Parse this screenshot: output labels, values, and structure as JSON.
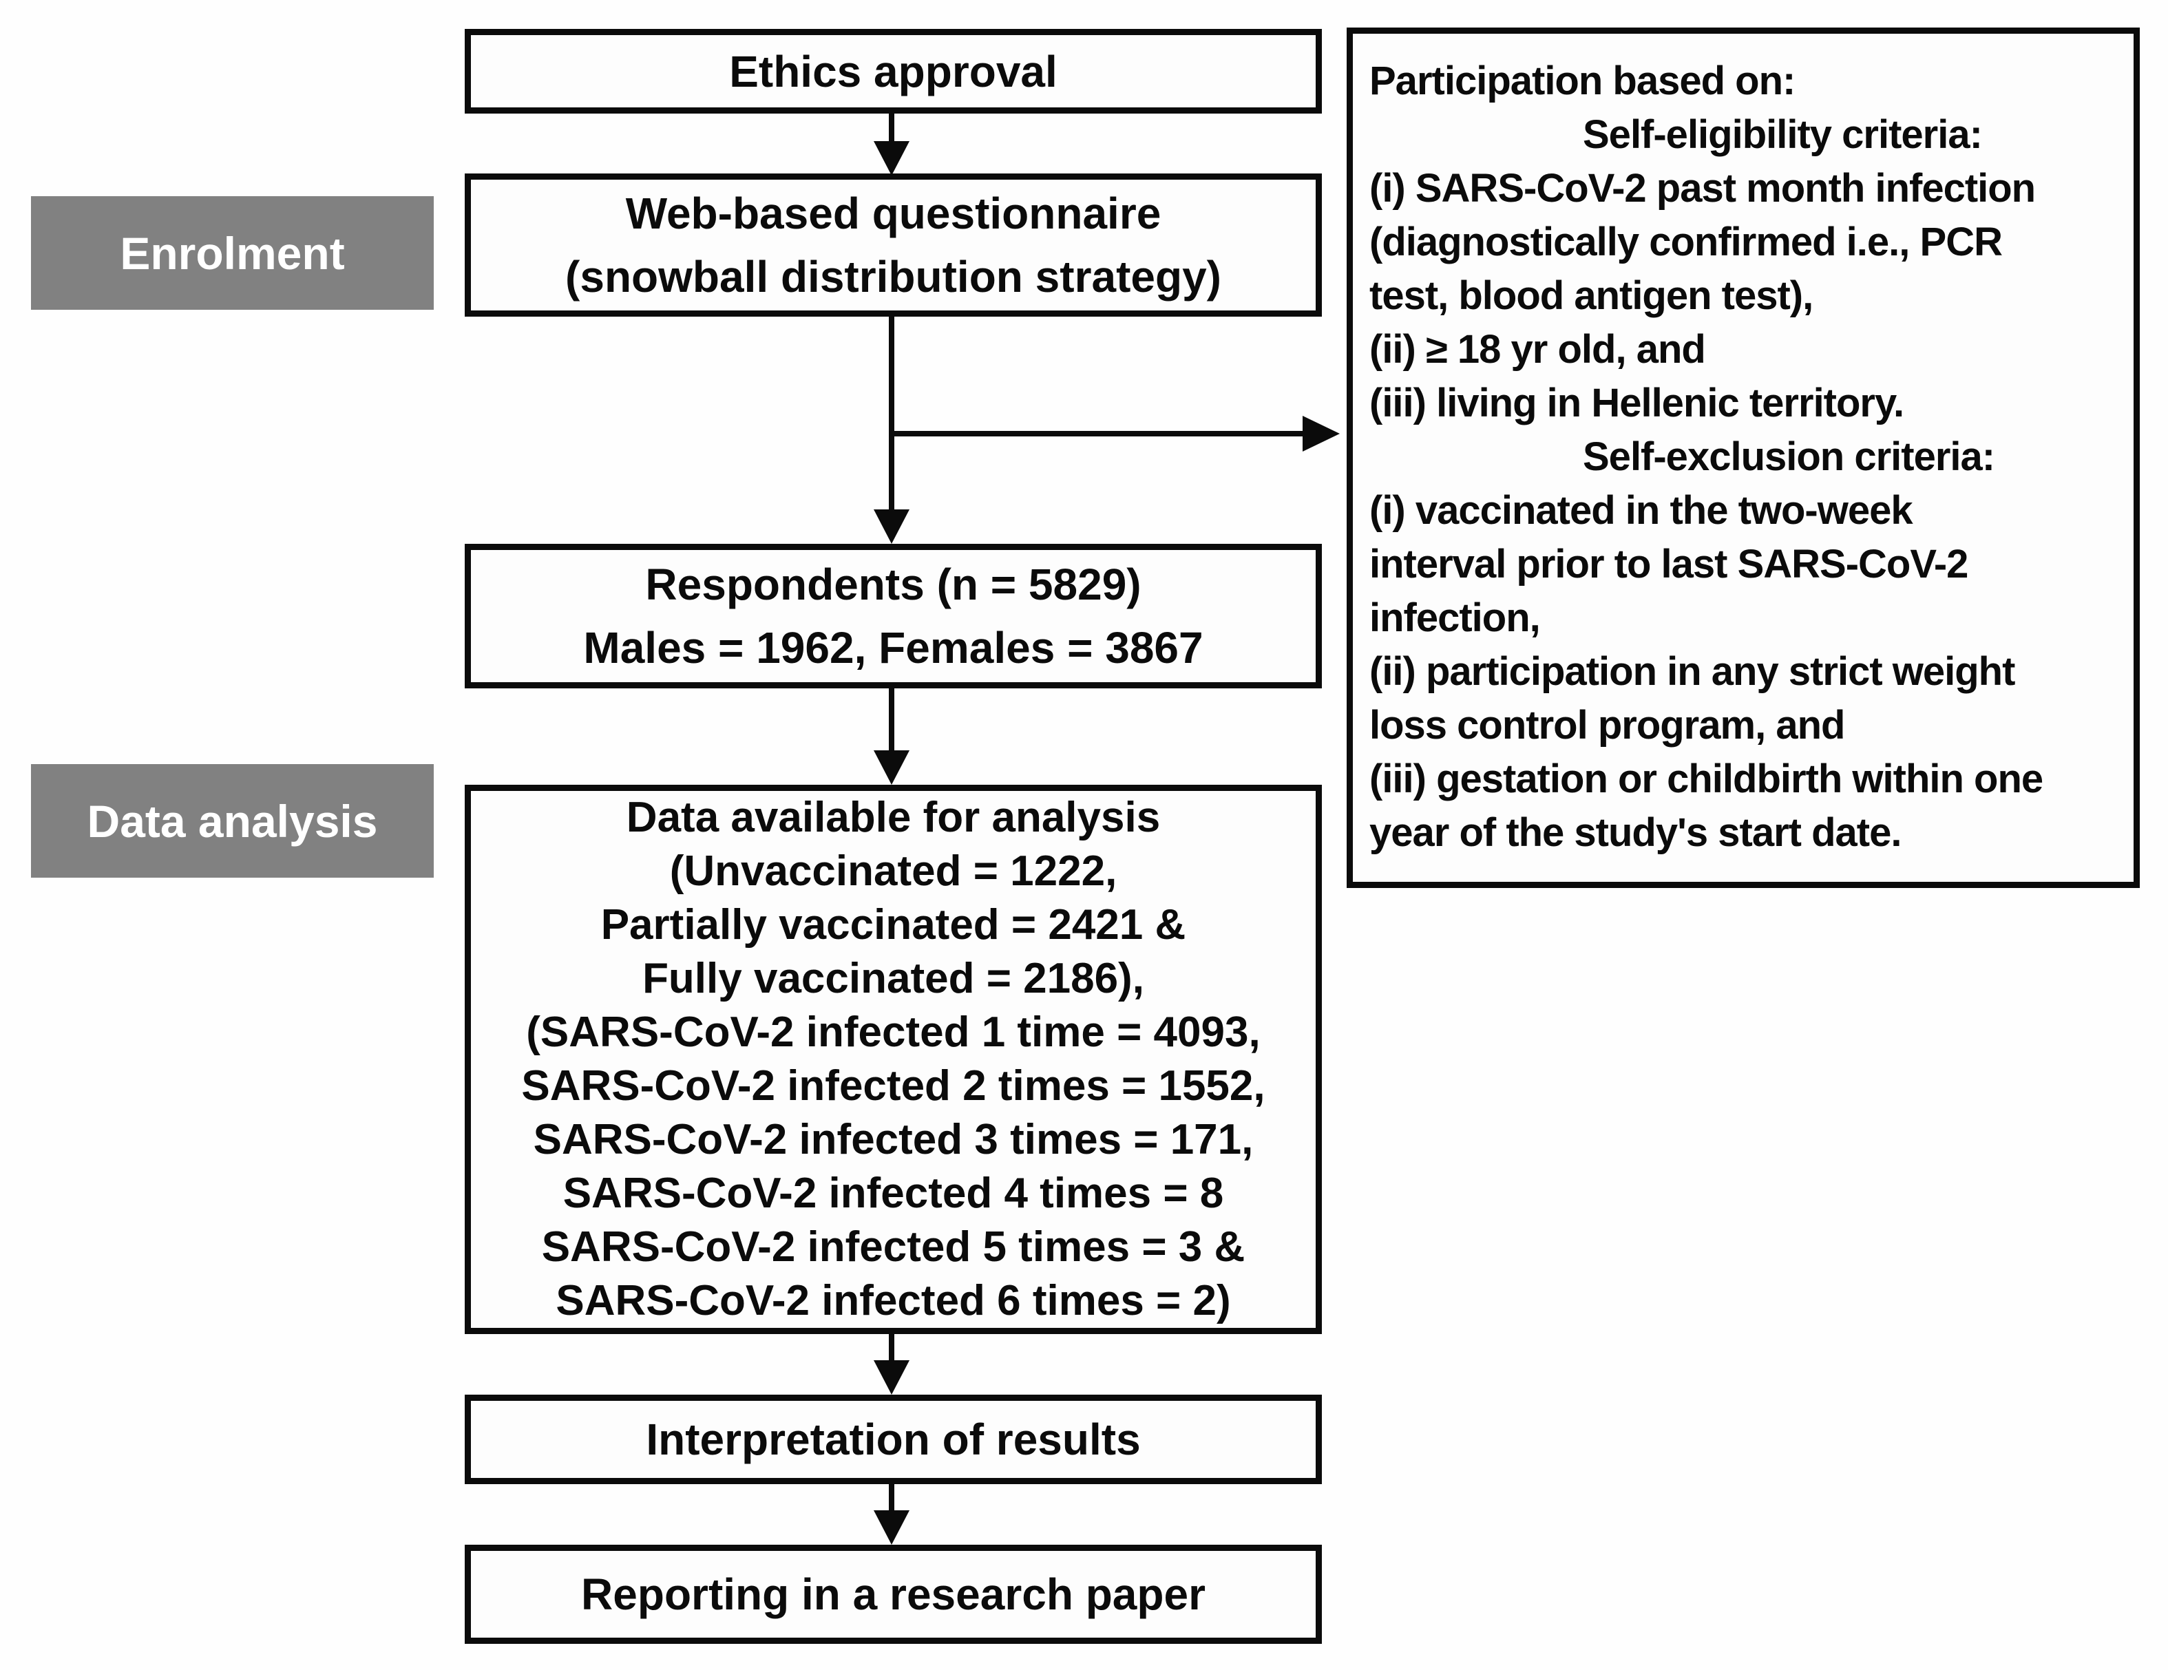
{
  "diagram": {
    "stages": {
      "enrolment": "Enrolment",
      "data_analysis": "Data analysis"
    },
    "boxes": {
      "ethics": {
        "lines": [
          "Ethics approval"
        ]
      },
      "questionnaire": {
        "lines": [
          "Web-based questionnaire",
          "(snowball distribution strategy)"
        ]
      },
      "respondents": {
        "lines": [
          "Respondents (n = 5829)",
          "Males = 1962, Females = 3867"
        ]
      },
      "data_available": {
        "lines": [
          "Data available for analysis",
          "(Unvaccinated = 1222,",
          "Partially vaccinated = 2421 &",
          "Fully vaccinated = 2186),",
          "(SARS-CoV-2 infected 1 time = 4093,",
          "SARS-CoV-2 infected 2 times = 1552,",
          "SARS-CoV-2 infected 3 times = 171,",
          "SARS-CoV-2 infected 4 times = 8",
          "SARS-CoV-2 infected 5 times = 3 &",
          "SARS-CoV-2 infected 6 times = 2)"
        ]
      },
      "interpretation": {
        "lines": [
          "Interpretation of results"
        ]
      },
      "reporting": {
        "lines": [
          "Reporting in a research paper"
        ]
      }
    },
    "criteria": {
      "lines": [
        {
          "text": "Participation based on:",
          "align": "left"
        },
        {
          "text": "Self-eligibility  criteria:",
          "align": "indent"
        },
        {
          "text": "(i) SARS-CoV-2 past month infection",
          "align": "left"
        },
        {
          "text": "(diagnostically confirmed i.e., PCR",
          "align": "left"
        },
        {
          "text": "test, blood antigen test),",
          "align": "left"
        },
        {
          "text": "(ii) ≥ 18 yr old, and",
          "align": "left"
        },
        {
          "text": "(iii) living in Hellenic territory.",
          "align": "left"
        },
        {
          "text": "Self-exclusion criteria:",
          "align": "indent"
        },
        {
          "text": "(i) vaccinated in the two-week",
          "align": "left"
        },
        {
          "text": "interval prior to last SARS-CoV-2",
          "align": "left"
        },
        {
          "text": "infection,",
          "align": "left"
        },
        {
          "text": "(ii) participation in any strict weight",
          "align": "left"
        },
        {
          "text": "loss control program, and",
          "align": "left"
        },
        {
          "text": "(iii) gestation or childbirth within one",
          "align": "left"
        },
        {
          "text": "year of the study's start date.",
          "align": "left"
        }
      ]
    },
    "colors": {
      "stage_bg": "#818181",
      "stage_text": "#ffffff",
      "border": "#0b0b0b",
      "canvas_bg": "#fefefe",
      "text": "#0b0b0b"
    }
  }
}
